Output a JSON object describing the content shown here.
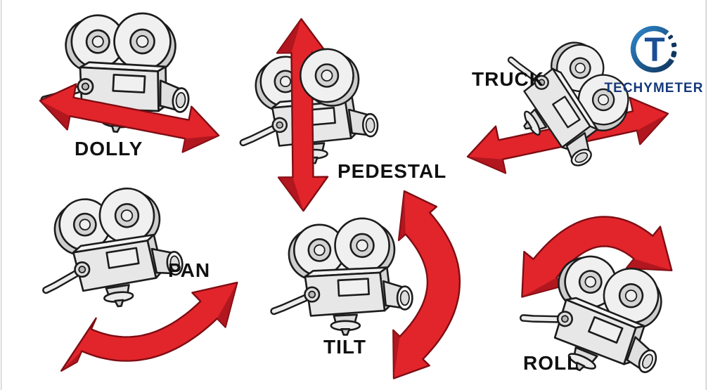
{
  "diagram": {
    "title_semantic": "Basic camera movements",
    "movements": [
      {
        "id": "dolly",
        "label": "DOLLY",
        "arrow": "straight-double-arrow-horizontal-diagonal"
      },
      {
        "id": "pedestal",
        "label": "PEDESTAL",
        "arrow": "straight-double-arrow-vertical"
      },
      {
        "id": "truck",
        "label": "TRUCK",
        "arrow": "straight-double-arrow-horizontal-diagonal"
      },
      {
        "id": "pan",
        "label": "PAN",
        "arrow": "curved-double-arrow-horizontal-under-camera"
      },
      {
        "id": "tilt",
        "label": "TILT",
        "arrow": "curved-double-arrow-vertical-beside-camera"
      },
      {
        "id": "roll",
        "label": "ROLL",
        "arrow": "curved-double-arrow-over-camera"
      }
    ]
  },
  "logo": {
    "text": "TECHYMETER",
    "monogram_letter": "T"
  },
  "colors": {
    "background": "#ffffff",
    "label_text": "#101010",
    "arrow_fill": "#e2252b",
    "arrow_outline": "#7e0d13",
    "arrow_shade": "#a6141d",
    "camera_outline": "#1c1c1c",
    "logo_primary": "#1a4e96",
    "logo_ring_light": "#2e86c9",
    "logo_ring_dark": "#10365f",
    "logo_text": "#16397a",
    "frame_line": "#cfcfcf"
  }
}
